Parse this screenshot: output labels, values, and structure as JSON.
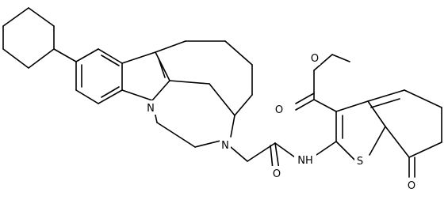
{
  "atom_labels": {
    "n_indole": "N",
    "n_amine": "N",
    "o_carbonyl": "O",
    "nh": "NH",
    "o_ester_carbonyl": "O",
    "o_ester": "O",
    "s_thiophene": "S",
    "o_ketone": "O"
  }
}
